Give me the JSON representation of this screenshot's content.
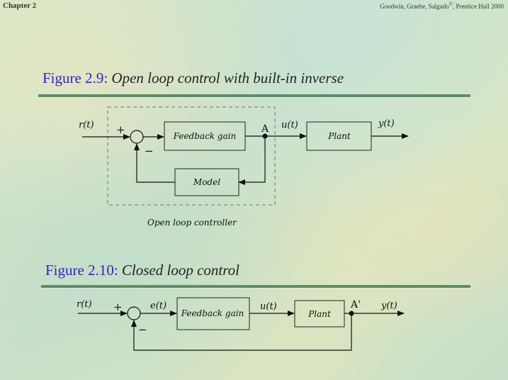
{
  "header": {
    "chapter": "Chapter 2",
    "credit_main": "Goodwin, Graebe, Salgado",
    "credit_sup": "©",
    "credit_tail": ", Prentice Hall 2000"
  },
  "figure_9": {
    "number": "Figure 2.9:",
    "caption": "Open loop control with built-in inverse",
    "input_label": "r(t)",
    "plus": "+",
    "minus": "−",
    "feedback_gain_block": "Feedback gain",
    "node_label": "A",
    "control_label": "u(t)",
    "plant_block": "Plant",
    "output_label": "y(t)",
    "model_block": "Model",
    "controller_label": "Open loop controller"
  },
  "figure_10": {
    "number": "Figure 2.10:",
    "caption": "Closed loop control",
    "input_label": "r(t)",
    "plus": "+",
    "minus": "−",
    "error_label": "e(t)",
    "feedback_gain_block": "Feedback gain",
    "control_label": "u(t)",
    "plant_block": "Plant",
    "node_label": "A'",
    "output_label": "y(t)"
  }
}
